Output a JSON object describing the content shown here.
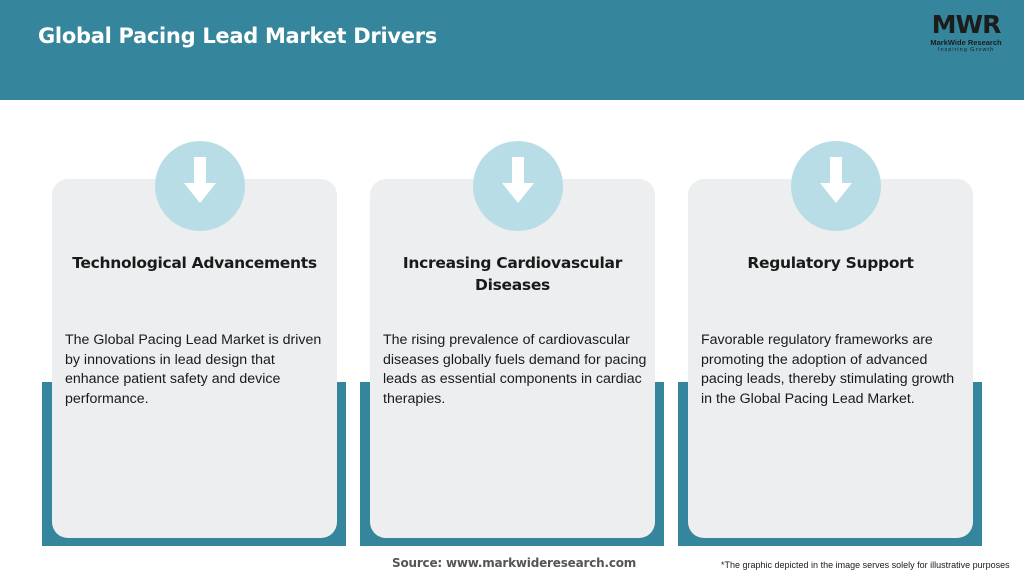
{
  "header": {
    "title": "Global Pacing Lead Market Drivers",
    "background_color": "#35869c"
  },
  "logo": {
    "mark": "MWR",
    "name": "MarkWide Research",
    "tagline": "Inspiring Growth"
  },
  "cards": [
    {
      "icon": "arrow-down-icon",
      "heading": "Technological Advancements",
      "text": "The Global Pacing Lead Market is driven by innovations in lead design that enhance patient safety and device performance."
    },
    {
      "icon": "arrow-down-icon",
      "heading": "Increasing Cardiovascular Diseases",
      "text": "The rising prevalence of cardiovascular diseases globally fuels demand for pacing leads as essential components in cardiac therapies."
    },
    {
      "icon": "arrow-down-icon",
      "heading": "Regulatory Support",
      "text": "Favorable regulatory frameworks are promoting the adoption of advanced pacing leads, thereby stimulating growth in the Global Pacing Lead Market."
    }
  ],
  "footer": {
    "source": "Source: www.markwideresearch.com",
    "disclaimer": "*The graphic depicted in the image serves solely for illustrative purposes"
  },
  "colors": {
    "accent": "#35869c",
    "card_background": "#eceeef",
    "icon_circle": "#b9dde6"
  }
}
